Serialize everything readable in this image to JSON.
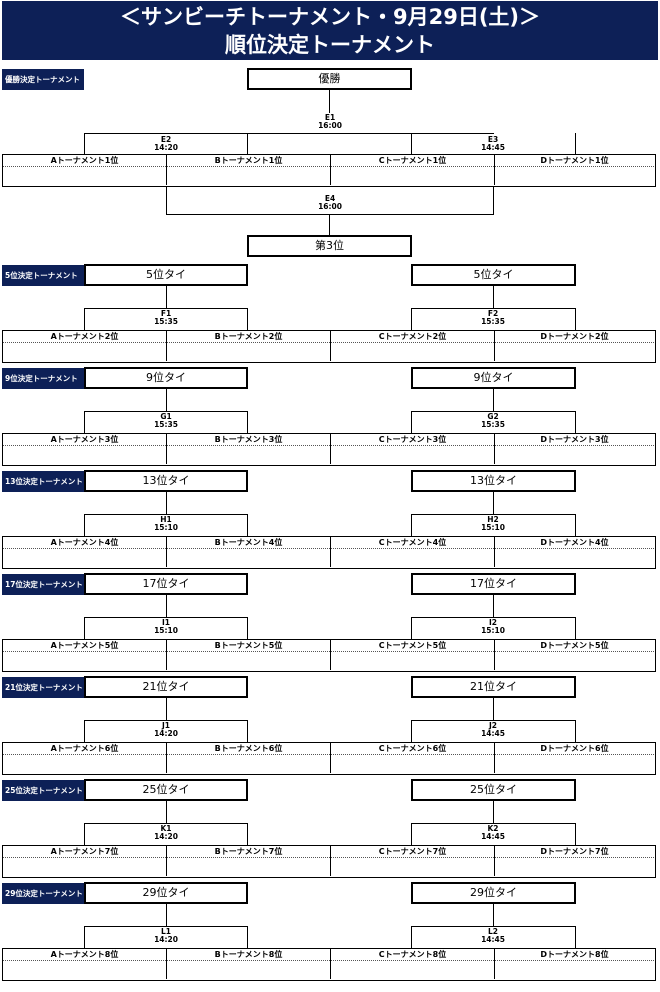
{
  "header": {
    "line1": "＜サンビーチトーナメント・9月29日(土)＞",
    "line2": "順位決定トーナメント"
  },
  "top": {
    "section_label": "優勝決定トーナメント",
    "winner_label": "優勝",
    "final": {
      "code": "E1",
      "time": "16:00"
    },
    "semi_left": {
      "code": "E2",
      "time": "14:20"
    },
    "semi_right": {
      "code": "E3",
      "time": "14:45"
    },
    "third_match": {
      "code": "E4",
      "time": "16:00"
    },
    "third_label": "第3位",
    "slots": [
      "Aトーナメント1位",
      "Bトーナメント1位",
      "Cトーナメント1位",
      "Dトーナメント1位"
    ]
  },
  "sections": [
    {
      "label": "5位決定トーナメント",
      "left_rank": "5位タイ",
      "right_rank": "5位タイ",
      "left_match": {
        "code": "F1",
        "time": "15:35"
      },
      "right_match": {
        "code": "F2",
        "time": "15:35"
      },
      "slots": [
        "Aトーナメント2位",
        "Bトーナメント2位",
        "Cトーナメント2位",
        "Dトーナメント2位"
      ]
    },
    {
      "label": "9位決定トーナメント",
      "left_rank": "9位タイ",
      "right_rank": "9位タイ",
      "left_match": {
        "code": "G1",
        "time": "15:35"
      },
      "right_match": {
        "code": "G2",
        "time": "15:35"
      },
      "slots": [
        "Aトーナメント3位",
        "Bトーナメント3位",
        "Cトーナメント3位",
        "Dトーナメント3位"
      ]
    },
    {
      "label": "13位決定トーナメント",
      "left_rank": "13位タイ",
      "right_rank": "13位タイ",
      "left_match": {
        "code": "H1",
        "time": "15:10"
      },
      "right_match": {
        "code": "H2",
        "time": "15:10"
      },
      "slots": [
        "Aトーナメント4位",
        "Bトーナメント4位",
        "Cトーナメント4位",
        "Dトーナメント4位"
      ]
    },
    {
      "label": "17位決定トーナメント",
      "left_rank": "17位タイ",
      "right_rank": "17位タイ",
      "left_match": {
        "code": "I1",
        "time": "15:10"
      },
      "right_match": {
        "code": "I2",
        "time": "15:10"
      },
      "slots": [
        "Aトーナメント5位",
        "Bトーナメント5位",
        "Cトーナメント5位",
        "Dトーナメント5位"
      ]
    },
    {
      "label": "21位決定トーナメント",
      "left_rank": "21位タイ",
      "right_rank": "21位タイ",
      "left_match": {
        "code": "J1",
        "time": "14:20"
      },
      "right_match": {
        "code": "J2",
        "time": "14:45"
      },
      "slots": [
        "Aトーナメント6位",
        "Bトーナメント6位",
        "Cトーナメント6位",
        "Dトーナメント6位"
      ]
    },
    {
      "label": "25位決定トーナメント",
      "left_rank": "25位タイ",
      "right_rank": "25位タイ",
      "left_match": {
        "code": "K1",
        "time": "14:20"
      },
      "right_match": {
        "code": "K2",
        "time": "14:45"
      },
      "slots": [
        "Aトーナメント7位",
        "Bトーナメント7位",
        "Cトーナメント7位",
        "Dトーナメント7位"
      ]
    },
    {
      "label": "29位決定トーナメント",
      "left_rank": "29位タイ",
      "right_rank": "29位タイ",
      "left_match": {
        "code": "L1",
        "time": "14:20"
      },
      "right_match": {
        "code": "L2",
        "time": "14:45"
      },
      "slots": [
        "Aトーナメント8位",
        "Bトーナメント8位",
        "Cトーナメント8位",
        "Dトーナメント8位"
      ]
    }
  ]
}
